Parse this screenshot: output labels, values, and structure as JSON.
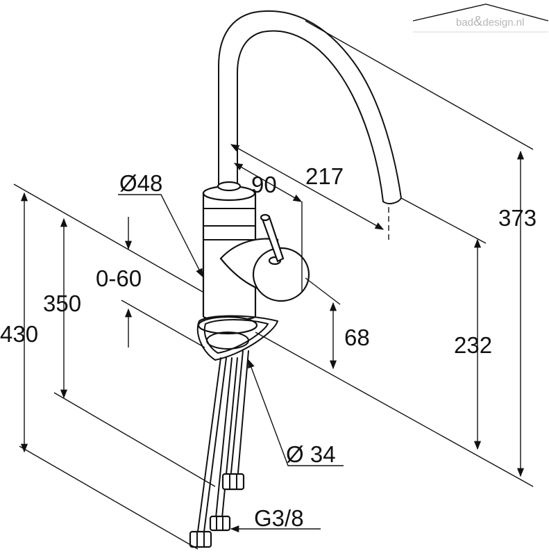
{
  "watermark": {
    "brand_left": "bad",
    "brand_amp": "&",
    "brand_right": "design.nl"
  },
  "dimensions": {
    "spout_reach": "217",
    "lever_offset": "90",
    "total_height": "373",
    "spout_height": "232",
    "body_diameter": "Ø48",
    "base_diameter": "Ø 34",
    "deck_thickness": "0-60",
    "hose_length_short": "350",
    "hose_length_long": "430",
    "lever_height": "68",
    "connection_thread": "G3/8"
  }
}
